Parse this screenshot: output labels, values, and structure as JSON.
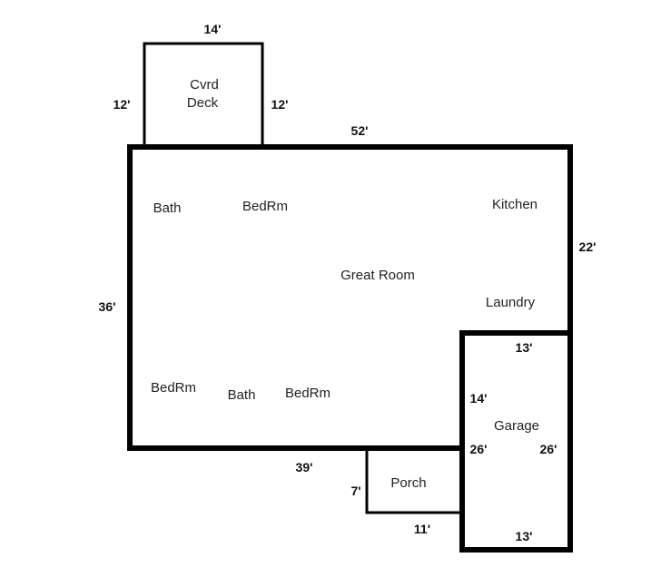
{
  "rooms": {
    "covered_deck_line1": "Cvrd",
    "covered_deck_line2": "Deck",
    "bath_top": "Bath",
    "bedroom_top": "BedRm",
    "kitchen": "Kitchen",
    "great_room": "Great Room",
    "laundry": "Laundry",
    "bedroom_bottom_left": "BedRm",
    "bath_bottom": "Bath",
    "bedroom_bottom_right": "BedRm",
    "garage": "Garage",
    "porch": "Porch"
  },
  "dimensions": {
    "deck_top": "14'",
    "deck_left": "12'",
    "deck_right": "12'",
    "house_top": "52'",
    "house_right": "22'",
    "house_left": "36'",
    "house_bottom": "39'",
    "garage_top": "13'",
    "garage_inner_left": "14'",
    "garage_left": "26'",
    "garage_right": "26'",
    "garage_bottom": "13'",
    "porch_left": "7'",
    "porch_bottom": "11'"
  }
}
